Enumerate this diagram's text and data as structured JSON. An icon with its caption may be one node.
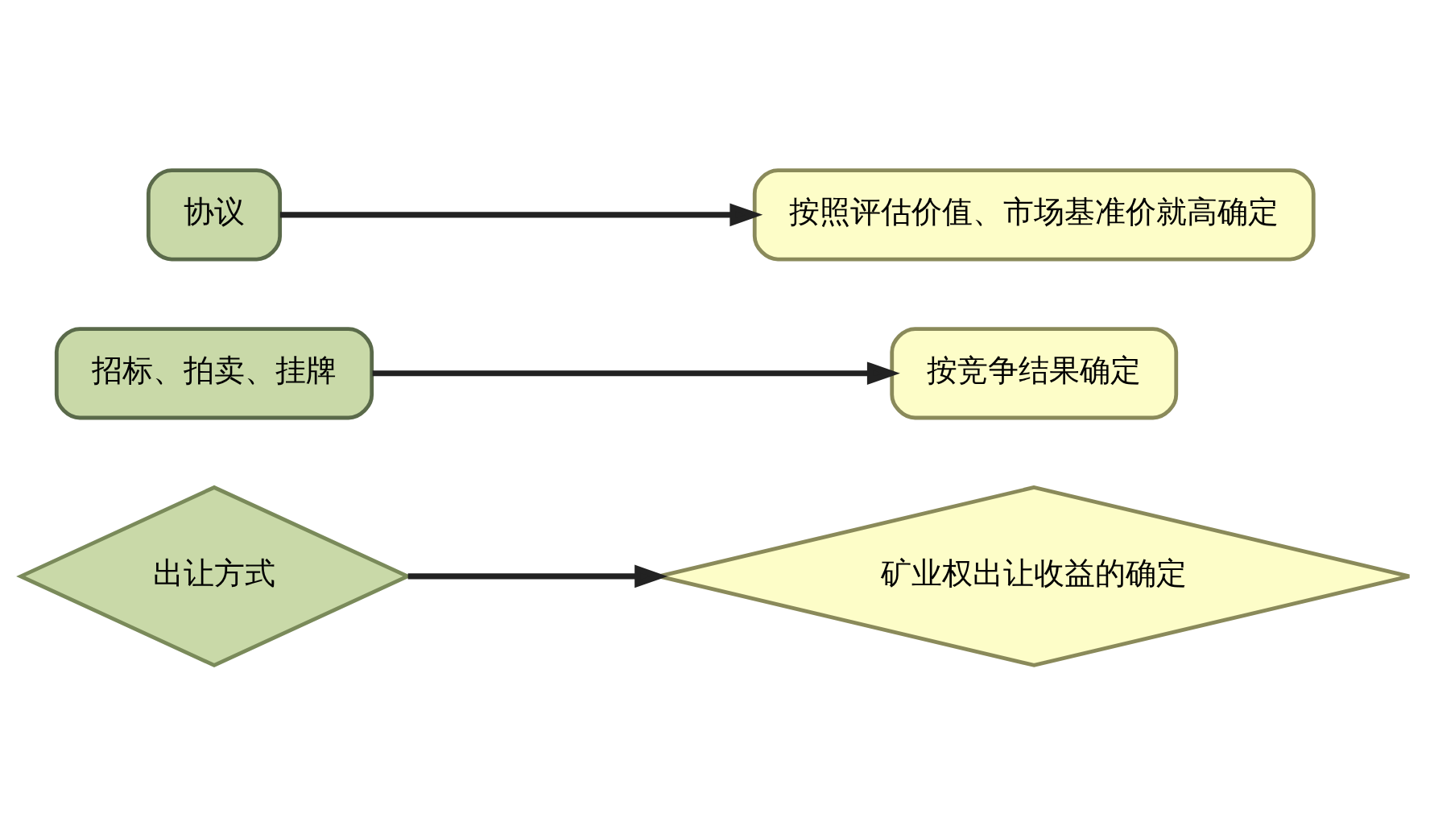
{
  "diagram": {
    "nodes": [
      {
        "text": [
          "出让方式"
        ]
      },
      {
        "text": [
          "矿业权出让收益的确定"
        ]
      },
      {
        "text": [
          "招标、拍卖、挂牌"
        ]
      },
      {
        "text": [
          "按竞争结果确定"
        ]
      },
      {
        "text": [
          "协议"
        ]
      },
      {
        "text": [
          "按照评估价值、市场基准价就高确定"
        ]
      }
    ],
    "edges": [
      {
        "from": 0,
        "to": 1,
        "arrow": "to"
      },
      {
        "from": 2,
        "to": 3,
        "arrow": "to"
      },
      {
        "from": 4,
        "to": 5,
        "arrow": "to"
      }
    ]
  }
}
